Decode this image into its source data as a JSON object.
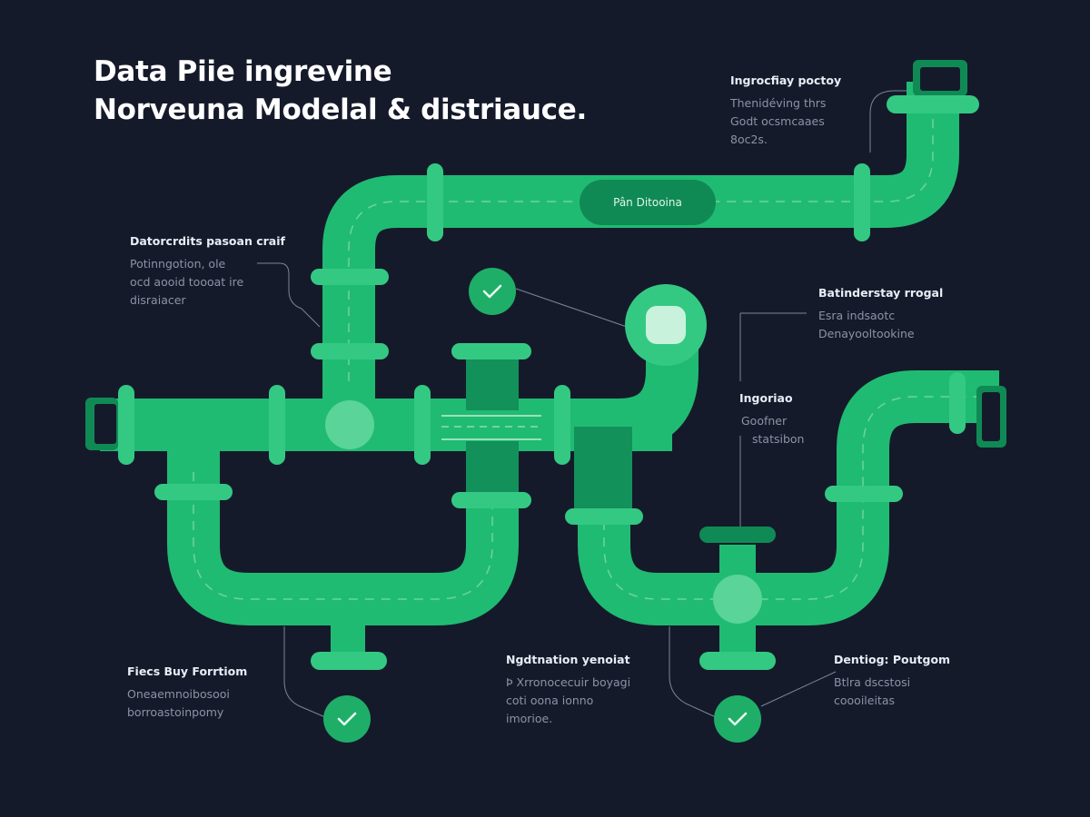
{
  "title": {
    "line1": "Data Piie ingrevine",
    "line2": "Norveuna Modelal & distriauce."
  },
  "pipe_label": "Pân Ditooina",
  "annotations": [
    {
      "id": "top-right",
      "heading": "Ingrocfiay poctoy",
      "lines": [
        "Thenidéving thrs",
        "Godt ocsmcaaes",
        "8oc2s."
      ]
    },
    {
      "id": "left-mid",
      "heading": "Datorcrdits pasoan craif",
      "lines": [
        "Potinngotion, ole",
        "ocd aooid toooat ire",
        "disraiacer"
      ]
    },
    {
      "id": "right-upper",
      "heading": "Batinderstay rrogal",
      "lines": [
        "Esra indsaotc",
        "Denayooltookine"
      ]
    },
    {
      "id": "right-mid",
      "heading": "Ingoriao",
      "lines": [
        "Goofner",
        "statsibon"
      ]
    },
    {
      "id": "bottom-left",
      "heading": "Fiecs Buy Forrtiom",
      "lines": [
        "Oneaemnoibosooi",
        "borroastoinpomy"
      ]
    },
    {
      "id": "bottom-center",
      "heading": "Ngdtnation yenoiat",
      "lines": [
        "Þ Xrronocecuir boyagi",
        "coti oona ionno",
        "imorioe."
      ]
    },
    {
      "id": "bottom-right",
      "heading": "Dentiog: Poutgom",
      "lines": [
        "Btlra dscstosi",
        "coooileitas"
      ]
    }
  ],
  "colors": {
    "background": "#151a2b",
    "pipe": "#20bb72",
    "pipe_dark": "#108a55",
    "pipe_light": "#4ed08f",
    "check": "#1fae68",
    "leader": "#9aa3b3"
  }
}
